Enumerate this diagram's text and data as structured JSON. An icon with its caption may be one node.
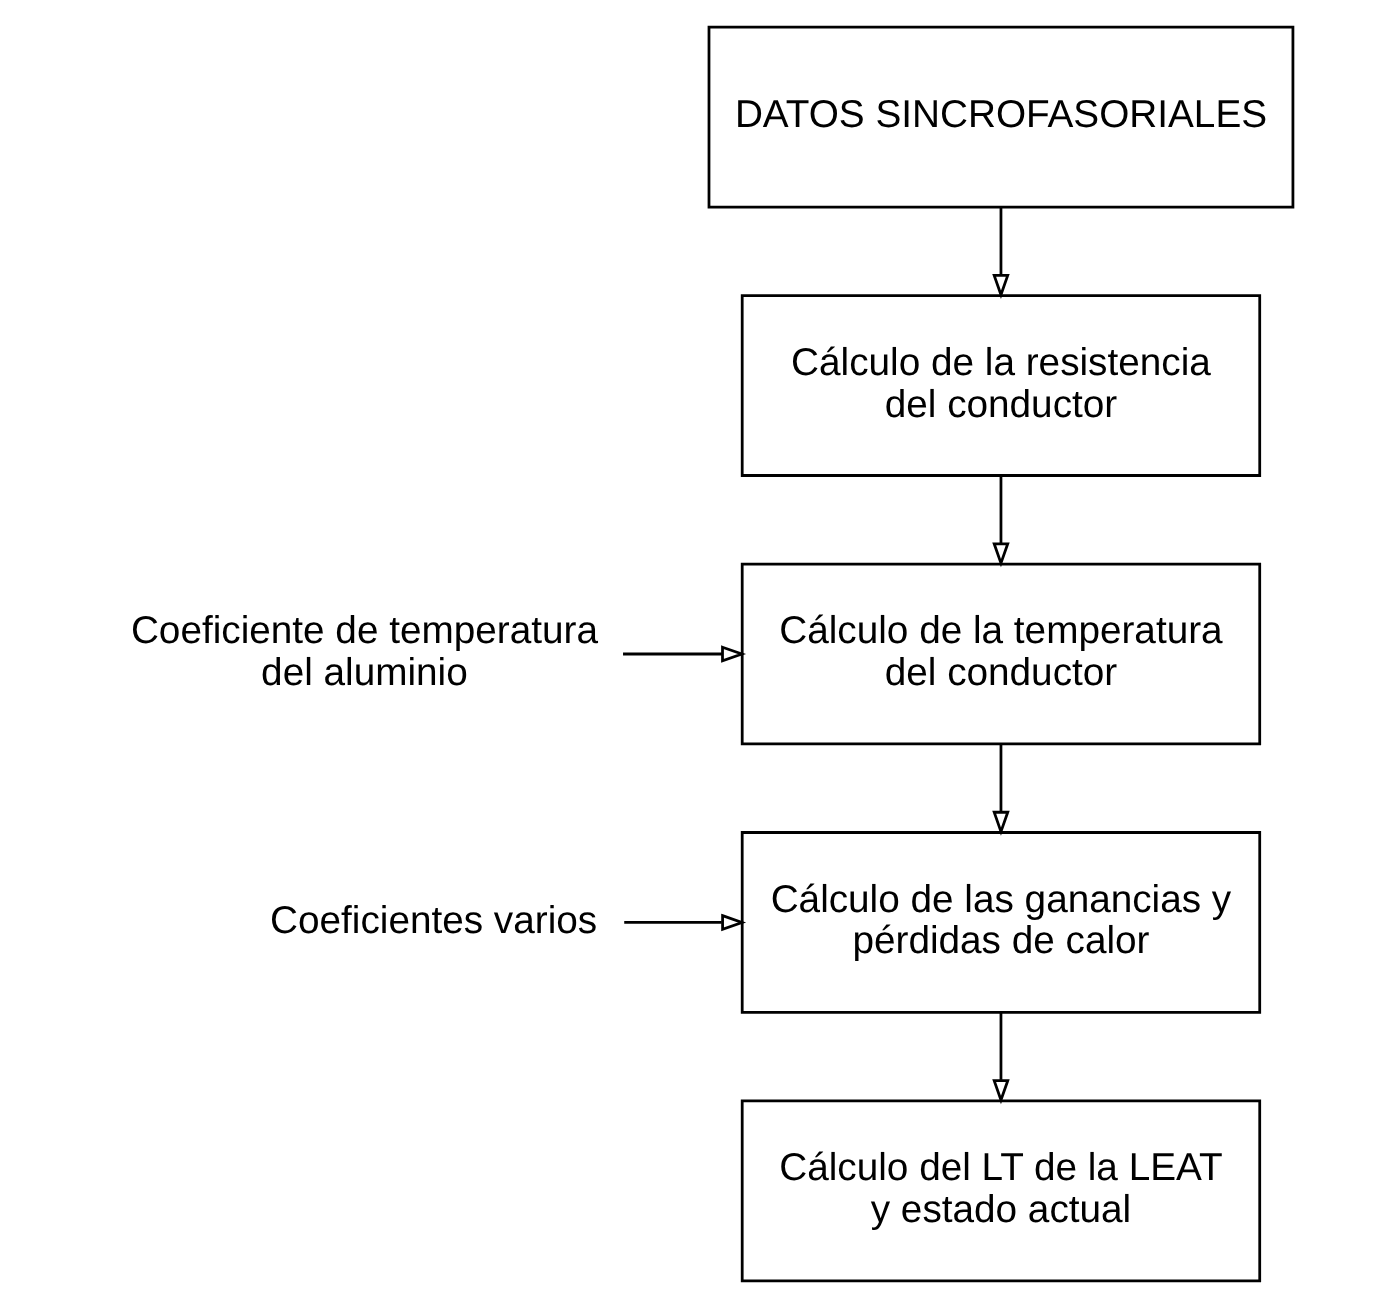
{
  "diagram": {
    "nodes": [
      {
        "text": [
          "DATOS SINCROFASORIALES"
        ]
      },
      {
        "text": [
          "Cálculo de la resistencia del conductor"
        ]
      },
      {
        "text": [
          "Coeficiente de temperatura del aluminio"
        ]
      },
      {
        "text": [
          "Cálculo de la temperatura del conductor"
        ]
      },
      {
        "text": [
          "Coeficientes varios"
        ]
      },
      {
        "text": [
          "Cálculo de las ganancias y pérdidas de calor"
        ]
      },
      {
        "text": [
          "Cálculo del LT de la LEAT y estado actual"
        ]
      }
    ],
    "edges": [
      {
        "from": 0,
        "to": 1,
        "arrow": "to"
      },
      {
        "from": 1,
        "to": 3,
        "arrow": "to"
      },
      {
        "from": 2,
        "to": 3,
        "arrow": "to"
      },
      {
        "from": 3,
        "to": 5,
        "arrow": "to"
      },
      {
        "from": 4,
        "to": 5,
        "arrow": "to"
      },
      {
        "from": 5,
        "to": 6,
        "arrow": "to"
      }
    ]
  }
}
